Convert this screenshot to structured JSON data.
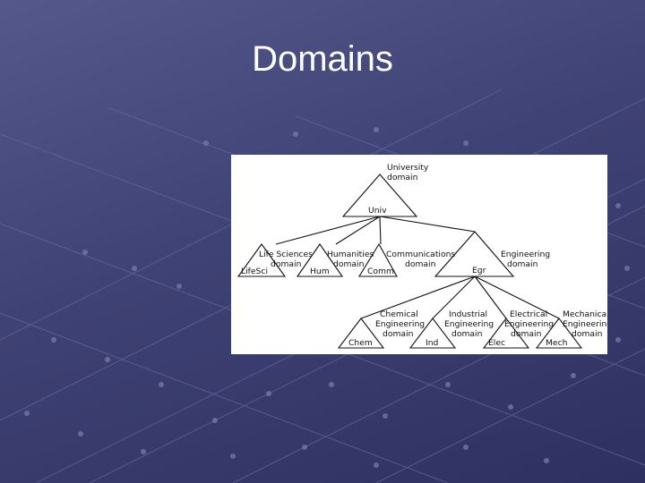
{
  "slide": {
    "title": "Domains"
  },
  "diagram": {
    "root": {
      "caption": [
        "University",
        "domain"
      ],
      "label": "Univ"
    },
    "level1": [
      {
        "caption": [
          "Life Sciences",
          "domain"
        ],
        "label": "LifeSci"
      },
      {
        "caption": [
          "Humanities",
          "domain"
        ],
        "label": "Hum"
      },
      {
        "caption": [
          "Communications",
          "domain"
        ],
        "label": "Comm"
      },
      {
        "caption": [
          "Engineering",
          "domain"
        ],
        "label": "Egr"
      }
    ],
    "level2": [
      {
        "caption": [
          "Chemical",
          "Engineering",
          "domain"
        ],
        "label": "Chem"
      },
      {
        "caption": [
          "Industrial",
          "Engineering",
          "domain"
        ],
        "label": "Ind"
      },
      {
        "caption": [
          "Electrical",
          "Engineering",
          "domain"
        ],
        "label": "Elec"
      },
      {
        "caption": [
          "Mechanical",
          "Engineering",
          "domain"
        ],
        "label": "Mech"
      }
    ]
  }
}
